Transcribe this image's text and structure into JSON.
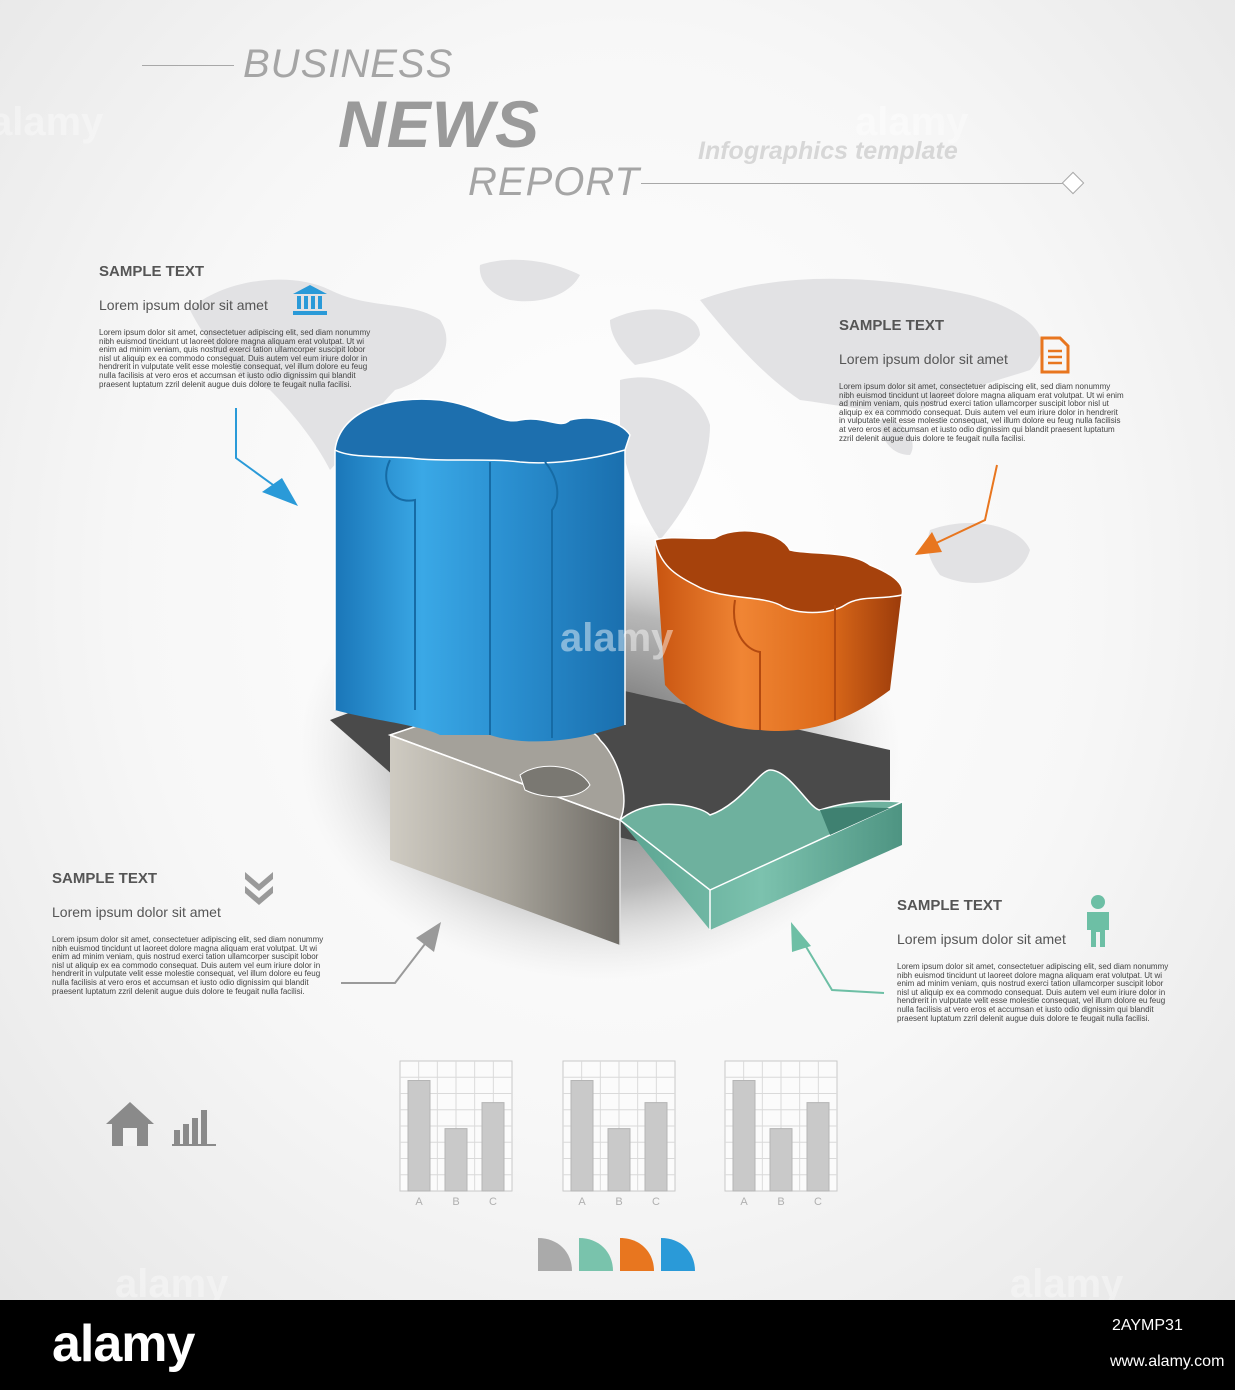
{
  "header": {
    "business": "BUSINESS",
    "news": "NEWS",
    "report": "REPORT",
    "subtitle": "Infographics template"
  },
  "blocks": [
    {
      "title": "SAMPLE TEXT",
      "subtitle": "Lorem ipsum dolor sit amet",
      "icon": "bank-icon",
      "color": "#2a9ad8",
      "body": "Lorem ipsum dolor sit amet, consectetuer adipiscing elit, sed diam nonummy nibh euismod tincidunt ut laoreet dolore magna aliquam erat volutpat. Ut wi enim ad minim veniam, quis nostrud exerci tation ullamcorper suscipit lobor nisl ut aliquip ex ea commodo consequat. Duis autem vel eum iriure dolor in hendrerit in vulputate velit esse molestie consequat, vel illum dolore eu feug nulla facilisis at vero eros et accumsan et iusto odio dignissim qui blandit praesent luptatum zzril delenit augue duis dolore te feugait nulla facilisi."
    },
    {
      "title": "SAMPLE TEXT",
      "subtitle": "Lorem ipsum dolor sit amet",
      "icon": "document-icon",
      "color": "#e8761f",
      "body": "Lorem ipsum dolor sit amet, consectetuer adipiscing elit, sed diam nonummy nibh euismod tincidunt ut laoreet dolore magna aliquam erat volutpat. Ut wi enim ad minim veniam, quis nostrud exerci tation ullamcorper suscipit lobor nisl ut aliquip ex ea commodo consequat. Duis autem vel eum iriure dolor in hendrerit in vulputate velit esse molestie consequat, vel illum dolore eu feug nulla facilisis at vero eros et accumsan et iusto odio dignissim qui blandit praesent luptatum zzril delenit augue duis dolore te feugait nulla facilisi."
    },
    {
      "title": "SAMPLE TEXT",
      "subtitle": "Lorem ipsum dolor sit amet",
      "icon": "chevrons-down-icon",
      "color": "#9a9a9a",
      "body": "Lorem ipsum dolor sit amet, consectetuer adipiscing elit, sed diam nonummy nibh euismod tincidunt ut laoreet dolore magna aliquam erat volutpat. Ut wi enim ad minim veniam, quis nostrud exerci tation ullamcorper suscipit lobor nisl ut aliquip ex ea commodo consequat. Duis autem vel eum iriure dolor in hendrerit in vulputate velit esse molestie consequat, vel illum dolore eu feug nulla facilisis at vero eros et accumsan et iusto odio dignissim qui blandit praesent luptatum zzril delenit augue duis dolore te feugait nulla facilisi."
    },
    {
      "title": "SAMPLE TEXT",
      "subtitle": "Lorem ipsum dolor sit amet",
      "icon": "person-icon",
      "color": "#6dbfa5",
      "body": "Lorem ipsum dolor sit amet, consectetuer adipiscing elit, sed diam nonummy nibh euismod tincidunt ut laoreet dolore magna aliquam erat volutpat. Ut wi enim ad minim veniam, quis nostrud exerci tation ullamcorper suscipit lobor nisl ut aliquip ex ea commodo consequat. Duis autem vel eum iriure dolor in hendrerit in vulputate velit esse molestie consequat, vel illum dolore eu feug nulla facilisis at vero eros et accumsan et iusto odio dignissim qui blandit praesent luptatum zzril delenit augue duis dolore te feugait nulla facilisi."
    }
  ],
  "puzzle": {
    "pieces": [
      {
        "name": "blue",
        "color": "#2a9ad8"
      },
      {
        "name": "orange",
        "color": "#e2701d"
      },
      {
        "name": "gray",
        "color": "#b9b6ae"
      },
      {
        "name": "teal",
        "color": "#6fb8a4"
      }
    ]
  },
  "mini_charts": [
    {
      "categories": [
        "A",
        "B",
        "C"
      ],
      "values": [
        0.85,
        0.48,
        0.68
      ]
    },
    {
      "categories": [
        "A",
        "B",
        "C"
      ],
      "values": [
        0.85,
        0.48,
        0.68
      ]
    },
    {
      "categories": [
        "A",
        "B",
        "C"
      ],
      "values": [
        0.85,
        0.48,
        0.68
      ]
    }
  ],
  "legend_swatches": [
    "#aaaaaa",
    "#79c3ac",
    "#e8761f",
    "#2a9ad8"
  ],
  "footer": {
    "logo": "alamy",
    "image_id": "2AYMP31",
    "url": "www.alamy.com"
  },
  "watermark": "alamy"
}
